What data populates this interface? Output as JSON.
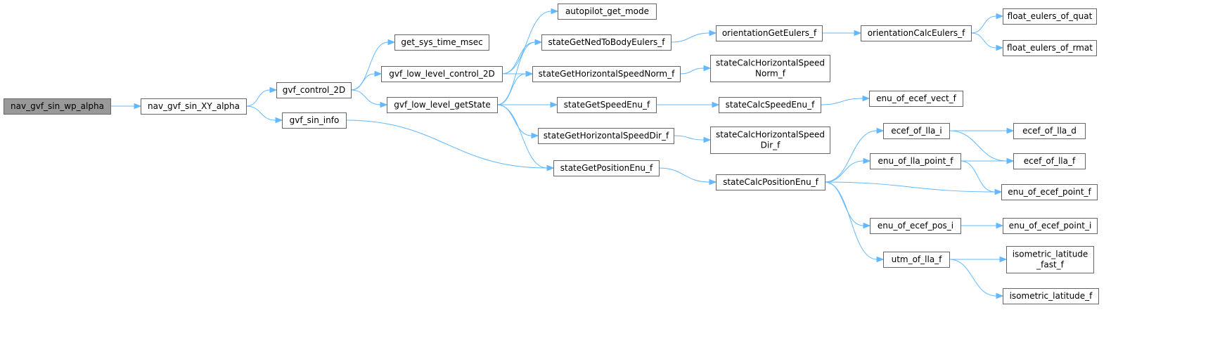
{
  "graph": {
    "root": "nav_gvf_sin_wp_alpha",
    "colors": {
      "edge": "#63b8ff",
      "node_border": "#666666",
      "root_fill": "#999999",
      "node_fill": "#ffffff"
    },
    "nodes": [
      {
        "id": "n_root",
        "lines": [
          "nav_gvf_sin_wp_alpha"
        ]
      },
      {
        "id": "n_xy",
        "lines": [
          "nav_gvf_sin_XY_alpha"
        ]
      },
      {
        "id": "n_ctrl2d",
        "lines": [
          "gvf_control_2D"
        ]
      },
      {
        "id": "n_sininfo",
        "lines": [
          "gvf_sin_info"
        ]
      },
      {
        "id": "n_systime",
        "lines": [
          "get_sys_time_msec"
        ]
      },
      {
        "id": "n_llc2d",
        "lines": [
          "gvf_low_level_control_2D"
        ]
      },
      {
        "id": "n_llgs",
        "lines": [
          "gvf_low_level_getState"
        ]
      },
      {
        "id": "n_apmode",
        "lines": [
          "autopilot_get_mode"
        ]
      },
      {
        "id": "n_nedbody",
        "lines": [
          "stateGetNedToBodyEulers_f"
        ]
      },
      {
        "id": "n_hsnorm",
        "lines": [
          "stateGetHorizontalSpeedNorm_f"
        ]
      },
      {
        "id": "n_speedenu",
        "lines": [
          "stateGetSpeedEnu_f"
        ]
      },
      {
        "id": "n_hsdir",
        "lines": [
          "stateGetHorizontalSpeedDir_f"
        ]
      },
      {
        "id": "n_posenu",
        "lines": [
          "stateGetPositionEnu_f"
        ]
      },
      {
        "id": "n_orientget",
        "lines": [
          "orientationGetEulers_f"
        ]
      },
      {
        "id": "n_calchsnorm",
        "lines": [
          "stateCalcHorizontalSpeed",
          "Norm_f"
        ]
      },
      {
        "id": "n_calcspeedenu",
        "lines": [
          "stateCalcSpeedEnu_f"
        ]
      },
      {
        "id": "n_calchsdir",
        "lines": [
          "stateCalcHorizontalSpeed",
          "Dir_f"
        ]
      },
      {
        "id": "n_calcposenu",
        "lines": [
          "stateCalcPositionEnu_f"
        ]
      },
      {
        "id": "n_orientcalc",
        "lines": [
          "orientationCalcEulers_f"
        ]
      },
      {
        "id": "n_eulquat",
        "lines": [
          "float_eulers_of_quat"
        ]
      },
      {
        "id": "n_eulrmat",
        "lines": [
          "float_eulers_of_rmat"
        ]
      },
      {
        "id": "n_enuvect",
        "lines": [
          "enu_of_ecef_vect_f"
        ]
      },
      {
        "id": "n_ecefllai",
        "lines": [
          "ecef_of_lla_i"
        ]
      },
      {
        "id": "n_enullapt",
        "lines": [
          "enu_of_lla_point_f"
        ]
      },
      {
        "id": "n_enuposi",
        "lines": [
          "enu_of_ecef_pos_i"
        ]
      },
      {
        "id": "n_utm",
        "lines": [
          "utm_of_lla_f"
        ]
      },
      {
        "id": "n_eceflad",
        "lines": [
          "ecef_of_lla_d"
        ]
      },
      {
        "id": "n_eceflaf",
        "lines": [
          "ecef_of_lla_f"
        ]
      },
      {
        "id": "n_enuptf",
        "lines": [
          "enu_of_ecef_point_f"
        ]
      },
      {
        "id": "n_enupti",
        "lines": [
          "enu_of_ecef_point_i"
        ]
      },
      {
        "id": "n_isofast",
        "lines": [
          "isometric_latitude",
          "_fast_f"
        ]
      },
      {
        "id": "n_iso",
        "lines": [
          "isometric_latitude_f"
        ]
      }
    ],
    "edges": [
      [
        "n_root",
        "n_xy"
      ],
      [
        "n_xy",
        "n_ctrl2d"
      ],
      [
        "n_xy",
        "n_sininfo"
      ],
      [
        "n_ctrl2d",
        "n_systime"
      ],
      [
        "n_ctrl2d",
        "n_llc2d"
      ],
      [
        "n_ctrl2d",
        "n_llgs"
      ],
      [
        "n_sininfo",
        "n_posenu"
      ],
      [
        "n_llc2d",
        "n_apmode"
      ],
      [
        "n_llc2d",
        "n_nedbody"
      ],
      [
        "n_llc2d",
        "n_hsnorm"
      ],
      [
        "n_llgs",
        "n_nedbody"
      ],
      [
        "n_llgs",
        "n_hsnorm"
      ],
      [
        "n_llgs",
        "n_speedenu"
      ],
      [
        "n_llgs",
        "n_hsdir"
      ],
      [
        "n_llgs",
        "n_posenu"
      ],
      [
        "n_nedbody",
        "n_orientget"
      ],
      [
        "n_hsnorm",
        "n_calchsnorm"
      ],
      [
        "n_speedenu",
        "n_calcspeedenu"
      ],
      [
        "n_hsdir",
        "n_calchsdir"
      ],
      [
        "n_posenu",
        "n_calcposenu"
      ],
      [
        "n_orientget",
        "n_orientcalc"
      ],
      [
        "n_orientcalc",
        "n_eulquat"
      ],
      [
        "n_orientcalc",
        "n_eulrmat"
      ],
      [
        "n_calcspeedenu",
        "n_enuvect"
      ],
      [
        "n_calcposenu",
        "n_ecefllai"
      ],
      [
        "n_calcposenu",
        "n_enullapt"
      ],
      [
        "n_calcposenu",
        "n_enuptf"
      ],
      [
        "n_calcposenu",
        "n_enuposi"
      ],
      [
        "n_calcposenu",
        "n_utm"
      ],
      [
        "n_ecefllai",
        "n_eceflad"
      ],
      [
        "n_ecefllai",
        "n_eceflaf"
      ],
      [
        "n_enullapt",
        "n_eceflaf"
      ],
      [
        "n_enullapt",
        "n_enuptf"
      ],
      [
        "n_enuposi",
        "n_enupti"
      ],
      [
        "n_utm",
        "n_isofast"
      ],
      [
        "n_utm",
        "n_iso"
      ]
    ]
  }
}
